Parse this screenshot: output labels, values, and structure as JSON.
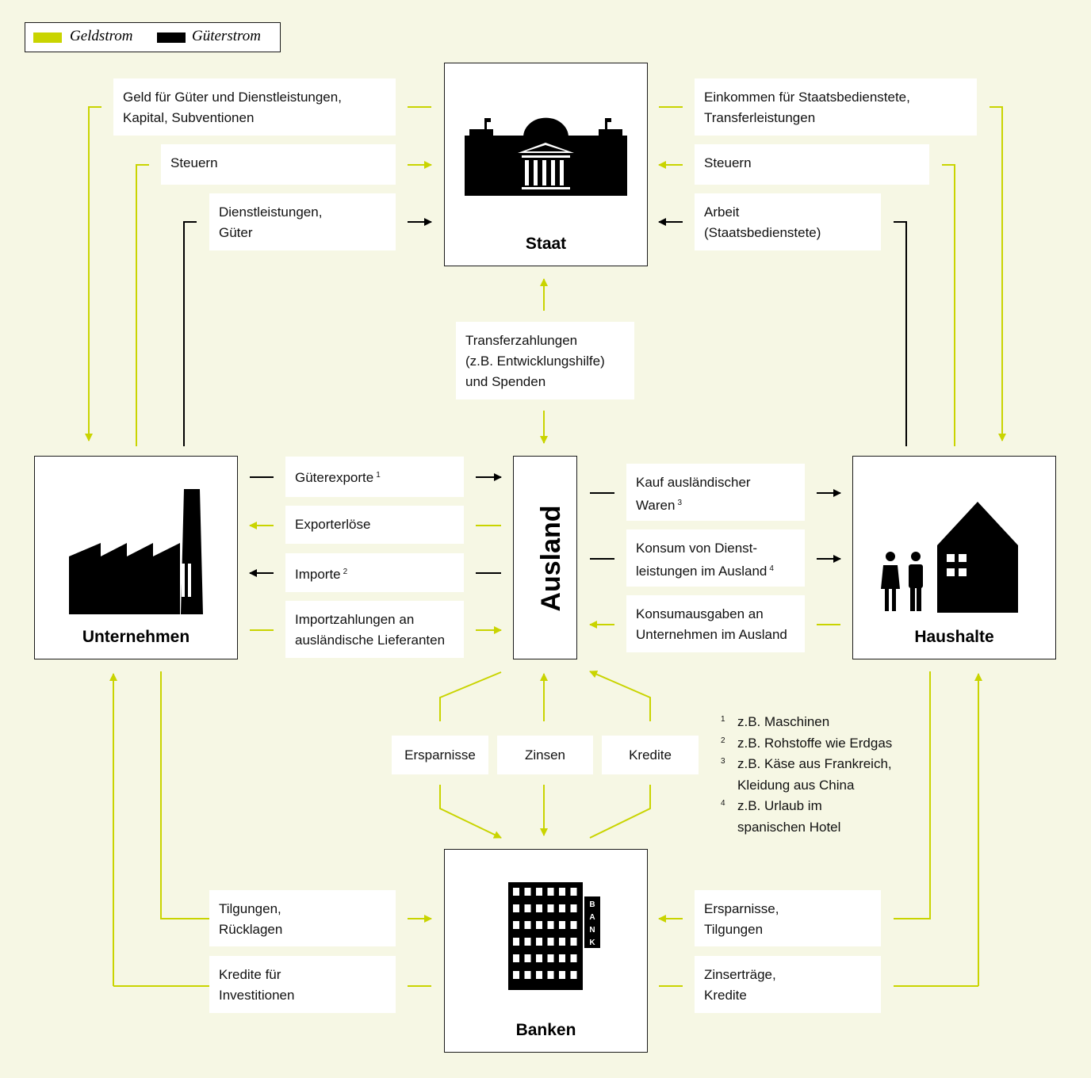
{
  "colors": {
    "money": "#c9d400",
    "goods": "#000000",
    "background": "#f6f7e4"
  },
  "legend": {
    "money_label": "Geldstrom",
    "goods_label": "Güterstrom"
  },
  "entities": {
    "state": {
      "title": "Staat",
      "icon": "government-building-icon"
    },
    "companies": {
      "title": "Unternehmen",
      "icon": "factory-icon"
    },
    "abroad": {
      "title": "Ausland"
    },
    "households": {
      "title": "Haushalte",
      "icon": "family-house-icon"
    },
    "banks": {
      "title": "Banken",
      "icon": "bank-building-icon",
      "sign": [
        "B",
        "A",
        "N",
        "K"
      ]
    }
  },
  "flows": {
    "companies_state_money": [
      "Geld für Güter und Dienstleistungen,",
      "Kapital, Subventionen"
    ],
    "companies_taxes": "Steuern",
    "companies_services": [
      "Dienstleistungen,",
      "Güter"
    ],
    "state_income": [
      "Einkommen für Staatsbedienstete,",
      "Transferleistungen"
    ],
    "households_taxes": "Steuern",
    "households_labour": [
      "Arbeit",
      "(Staatsbedienstete)"
    ],
    "transfers": [
      "Transferzahlungen",
      "(z.B. Entwicklungshilfe)",
      "und Spenden"
    ],
    "goods_exports": {
      "label": "Güterexporte",
      "note": "1"
    },
    "export_revenue": "Exporterlöse",
    "imports": {
      "label": "Importe",
      "note": "2"
    },
    "import_payments": [
      "Importzahlungen an",
      "ausländische Lieferanten"
    ],
    "foreign_goods": {
      "lines": [
        "Kauf ausländischer",
        "Waren"
      ],
      "note": "3"
    },
    "foreign_services": {
      "lines": [
        "Konsum von Dienst-",
        "leistungen im Ausland"
      ],
      "note": "4"
    },
    "foreign_consumption": [
      "Konsumausgaben an",
      "Unternehmen im Ausland"
    ],
    "savings": "Ersparnisse",
    "interest": "Zinsen",
    "credits": "Kredite",
    "repayments": [
      "Tilgungen,",
      "Rücklagen"
    ],
    "investment_credits": [
      "Kredite für",
      "Investitionen"
    ],
    "household_savings": [
      "Ersparnisse,",
      "Tilgungen"
    ],
    "interest_income": [
      "Zinserträge,",
      "Kredite"
    ]
  },
  "footnotes": [
    {
      "num": "1",
      "lines": [
        "z.B. Maschinen"
      ]
    },
    {
      "num": "2",
      "lines": [
        "z.B. Rohstoffe wie Erdgas"
      ]
    },
    {
      "num": "3",
      "lines": [
        "z.B. Käse aus Frankreich,",
        "Kleidung aus China"
      ]
    },
    {
      "num": "4",
      "lines": [
        "z.B. Urlaub im",
        "spanischen Hotel"
      ]
    }
  ]
}
